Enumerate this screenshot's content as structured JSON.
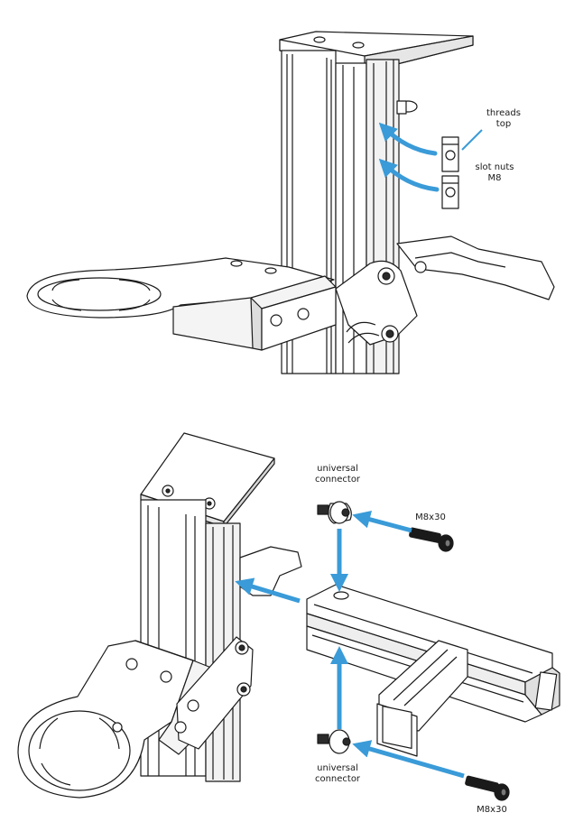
{
  "colors": {
    "arrow": "#3a9bd8",
    "line": "#1a1a1a",
    "fill": "#ffffff",
    "shade": "#d9d9d9",
    "dark": "#2b2b2b"
  },
  "top_figure": {
    "label_threads": [
      "threads",
      "top"
    ],
    "label_slot_nuts": [
      "slot nuts",
      "M8"
    ]
  },
  "bottom_figure": {
    "label_connector_upper": [
      "universal",
      "connector"
    ],
    "label_bolt_upper": "M8x30",
    "label_connector_lower": [
      "universal",
      "connector"
    ],
    "label_bolt_lower": "M8x30"
  }
}
